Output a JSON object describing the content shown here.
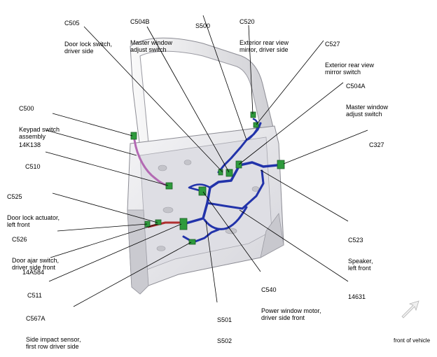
{
  "labels": {
    "c505": {
      "code": "C505",
      "desc": "Door lock switch,\ndriver side"
    },
    "c504b": {
      "code": "C504B",
      "desc": "Master window\nadjust switch"
    },
    "s500": {
      "code": "S500"
    },
    "c520": {
      "code": "C520",
      "desc": "Exterior rear view\nmirror, driver side"
    },
    "c527": {
      "code": "C527",
      "desc": "Exterior rear view\nmirror switch"
    },
    "c504a": {
      "code": "C504A",
      "desc": "Master window\nadjust switch"
    },
    "c500": {
      "code": "C500",
      "desc": "Keypad switch\nassembly"
    },
    "p14k138": {
      "code": "14K138"
    },
    "c510": {
      "code": "C510"
    },
    "c327": {
      "code": "C327"
    },
    "c525": {
      "code": "C525",
      "desc": "Door lock actuator,\nleft front"
    },
    "c526": {
      "code": "C526",
      "desc": "Door ajar switch,\ndriver side front"
    },
    "c523": {
      "code": "C523",
      "desc": "Speaker,\nleft front"
    },
    "p14a584": {
      "code": "14A584"
    },
    "c511": {
      "code": "C511"
    },
    "c540": {
      "code": "C540",
      "desc": "Power window motor,\ndriver side front"
    },
    "p14631": {
      "code": "14631"
    },
    "c567a": {
      "code": "C567A",
      "desc": "Side impact sensor,\nfirst row driver side"
    },
    "s501": {
      "code": "S501"
    },
    "s502": {
      "code": "S502"
    }
  },
  "orientation": {
    "text": "front of vehicle"
  },
  "colors": {
    "harness": "#2233aa",
    "connector": "#2e9a3c",
    "pink_harness": "#b36ab3",
    "red_harness": "#b03030",
    "door": "#e8e8ec",
    "leader": "#000000"
  }
}
